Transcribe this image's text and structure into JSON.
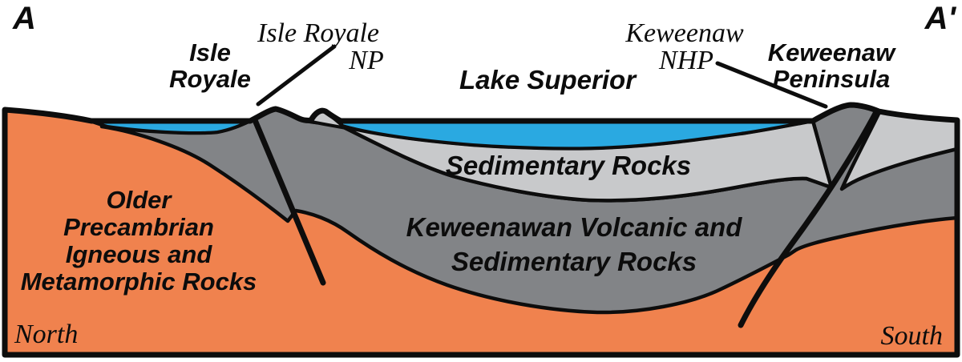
{
  "header": {
    "section_label_left": "A",
    "section_label_right": "A'",
    "isle_royale": {
      "line1": "Isle",
      "line2": "Royale"
    },
    "isle_royale_np": {
      "line1": "Isle Royale",
      "line2": "NP"
    },
    "lake_superior": "Lake Superior",
    "keweenaw_nhp": {
      "line1": "Keweenaw",
      "line2": "NHP"
    },
    "keweenaw_peninsula": {
      "line1": "Keweenaw",
      "line2": "Peninsula"
    }
  },
  "section": {
    "direction_left": "North",
    "direction_right": "South",
    "outline_color": "#0d0d0d",
    "layers": {
      "older_precambrian": {
        "line1": "Older",
        "line2": "Precambrian",
        "line3": "Igneous and",
        "line4": "Metamorphic Rocks",
        "color": "#F0824E"
      },
      "keweenawan": {
        "line1": "Keweenawan Volcanic and",
        "line2": "Sedimentary Rocks",
        "color": "#828487"
      },
      "sedimentary": {
        "label": "Sedimentary Rocks",
        "color": "#C8C9CB"
      },
      "water": {
        "color": "#2AA9E1"
      }
    }
  }
}
